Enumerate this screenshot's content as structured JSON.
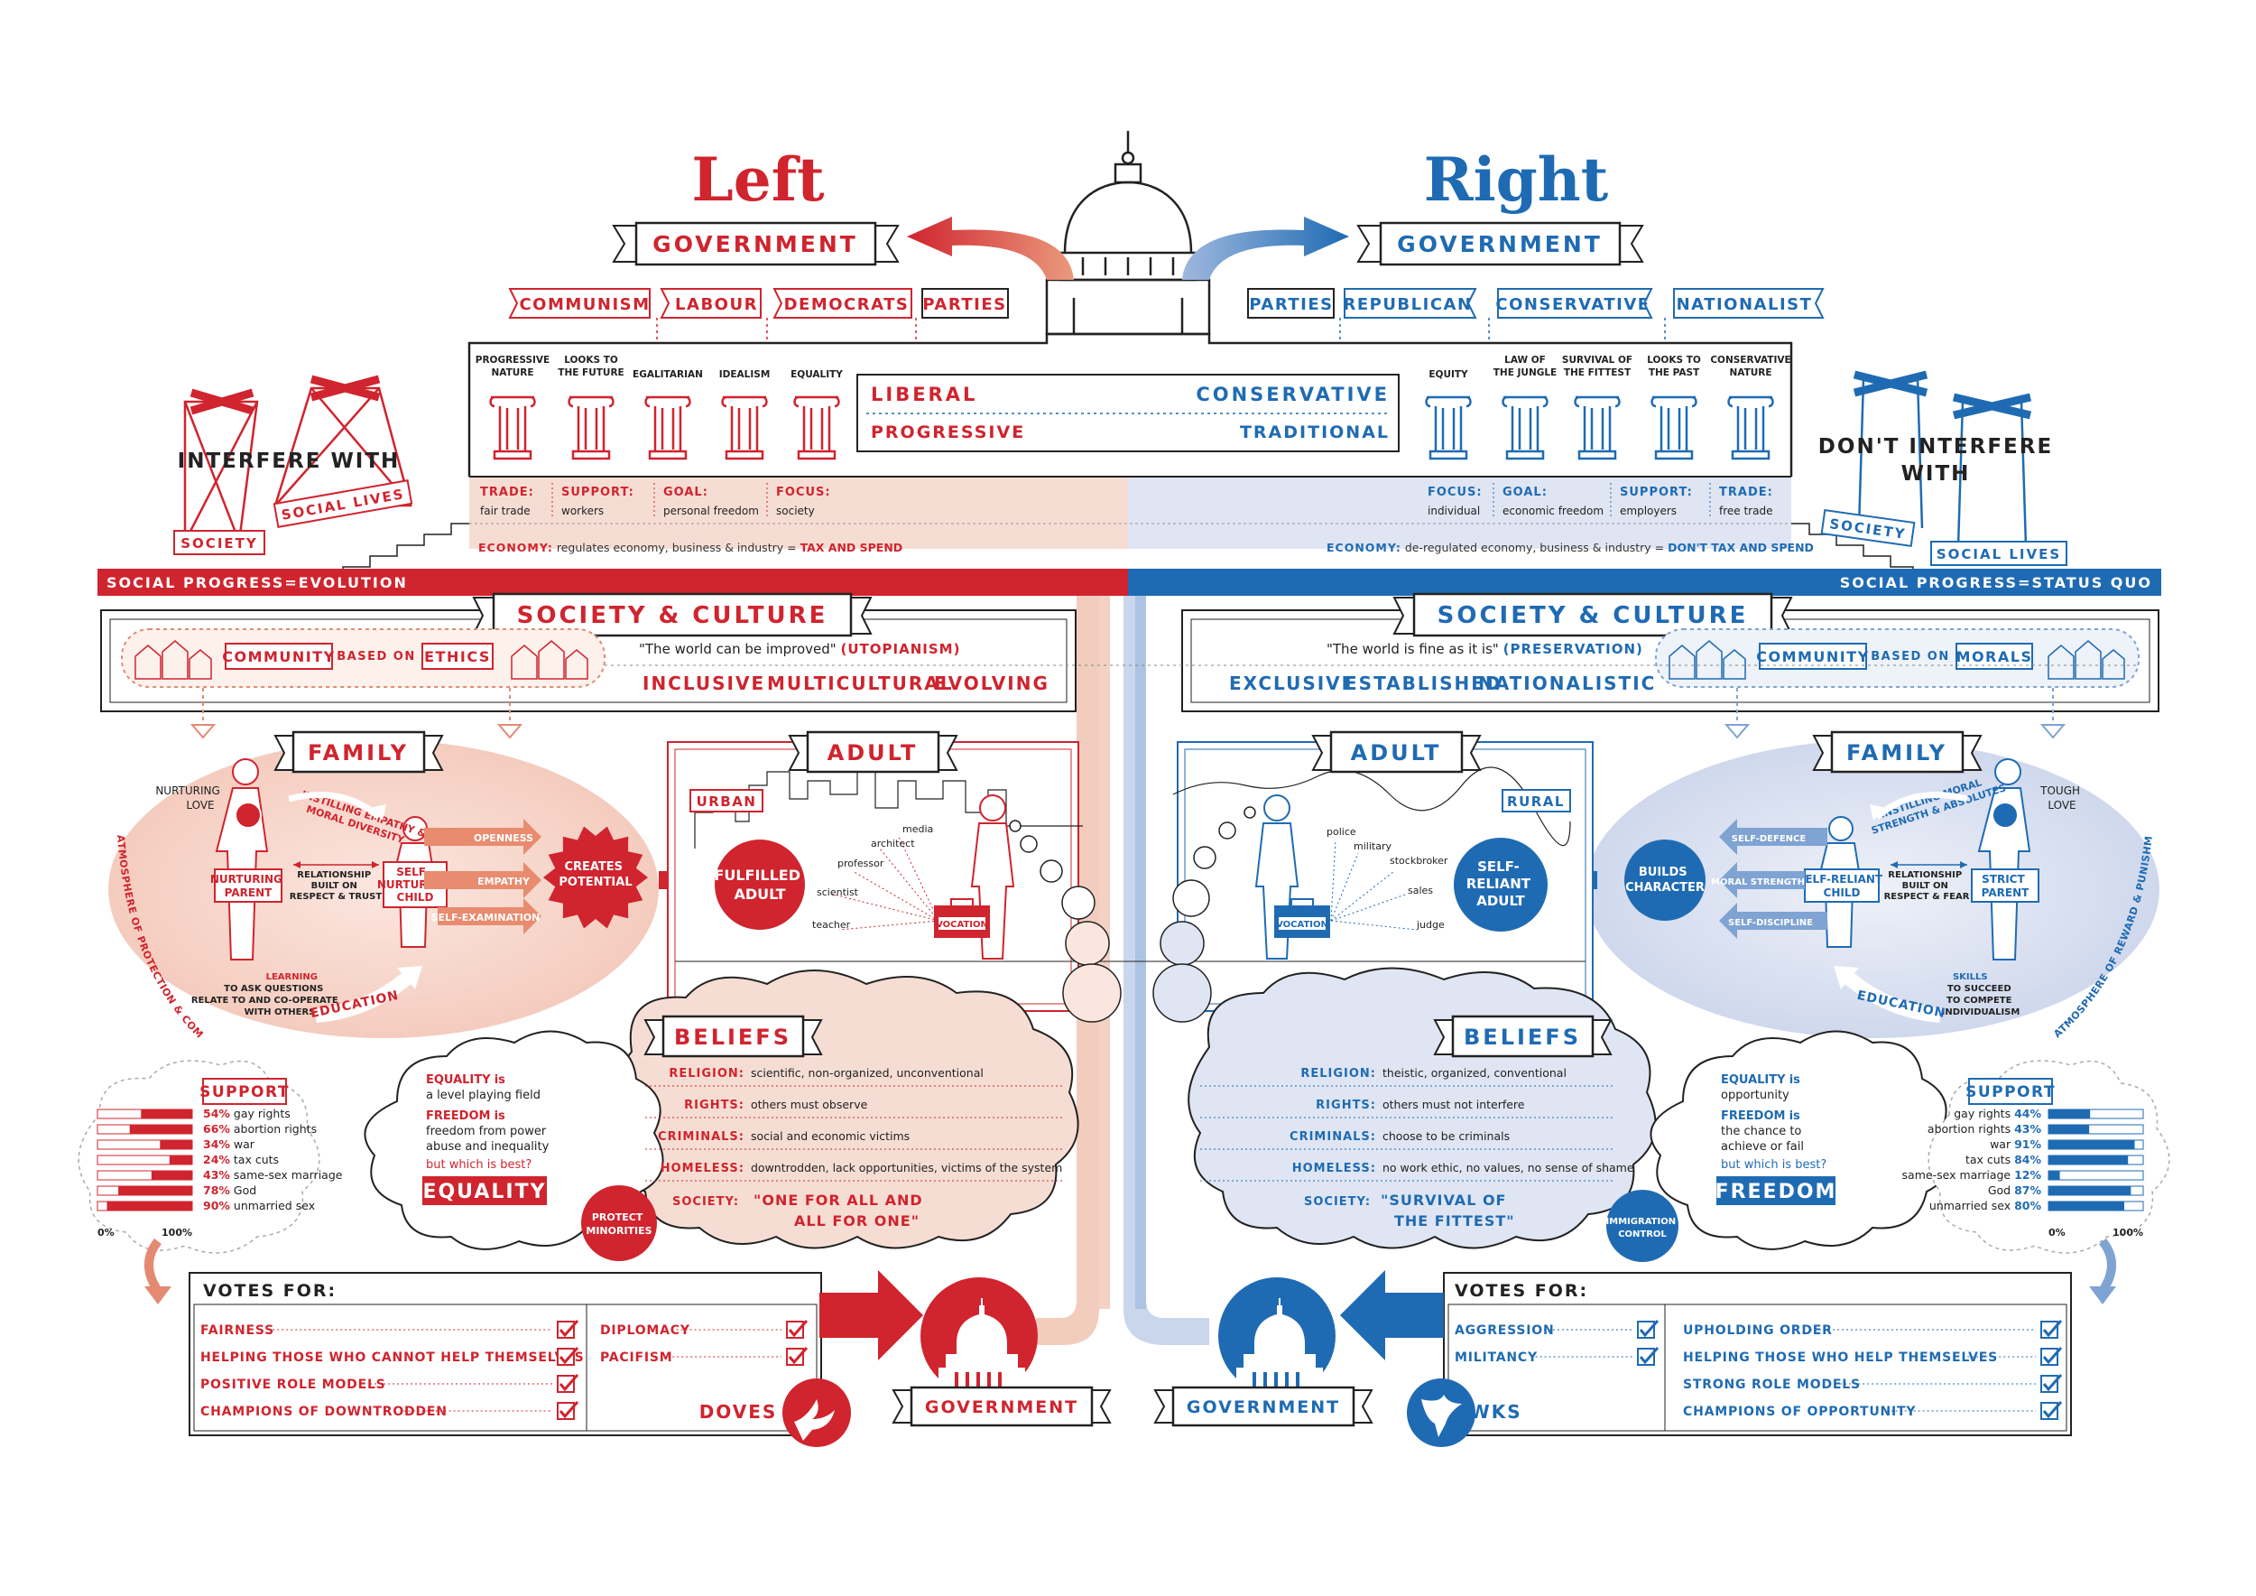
{
  "colors": {
    "left": "#d0242e",
    "right": "#1f6bb3",
    "ink": "#222222",
    "left_light": "#f6ddd3",
    "right_light": "#dfe5f2"
  },
  "header": {
    "left_title": "Left",
    "right_title": "Right",
    "left_gov": "GOVERNMENT",
    "right_gov": "GOVERNMENT",
    "left_parties": [
      "COMMUNISM",
      "LABOUR",
      "DEMOCRATS",
      "PARTIES"
    ],
    "right_parties": [
      "PARTIES",
      "REPUBLICAN",
      "CONSERVATIVE",
      "NATIONALIST"
    ]
  },
  "pillars": {
    "left": [
      [
        "PROGRESSIVE",
        "NATURE"
      ],
      [
        "LOOKS TO",
        "THE FUTURE"
      ],
      [
        "EGALITARIAN"
      ],
      [
        "IDEALISM"
      ],
      [
        "EQUALITY"
      ]
    ],
    "right": [
      [
        "EQUITY"
      ],
      [
        "LAW OF",
        "THE JUNGLE"
      ],
      [
        "SURVIVAL OF",
        "THE FITTEST"
      ],
      [
        "LOOKS TO",
        "THE PAST"
      ],
      [
        "CONSERVATIVE",
        "NATURE"
      ]
    ],
    "center": {
      "liberal": "LIBERAL",
      "progressive": "PROGRESSIVE",
      "conservative": "CONSERVATIVE",
      "traditional": "TRADITIONAL"
    }
  },
  "info_bar": {
    "left": [
      {
        "k": "TRADE:",
        "v": "fair trade"
      },
      {
        "k": "SUPPORT:",
        "v": "workers"
      },
      {
        "k": "GOAL:",
        "v": "personal freedom"
      },
      {
        "k": "FOCUS:",
        "v": "society"
      }
    ],
    "right": [
      {
        "k": "FOCUS:",
        "v": "individual"
      },
      {
        "k": "GOAL:",
        "v": "economic freedom"
      },
      {
        "k": "SUPPORT:",
        "v": "employers"
      },
      {
        "k": "TRADE:",
        "v": "free trade"
      }
    ]
  },
  "economy": {
    "left_label": "ECONOMY:",
    "left_text": "regulates economy, business & industry =",
    "left_em": "TAX AND SPEND",
    "right_label": "ECONOMY:",
    "right_text": "de-regulated economy, business & industry =",
    "right_em": "DON'T TAX AND SPEND"
  },
  "interfere": {
    "left": "INTERFERE WITH",
    "right_1": "DON'T INTERFERE",
    "right_2": "WITH",
    "society": "SOCIETY",
    "social_lives": "SOCIAL LIVES"
  },
  "social_progress": {
    "left": "SOCIAL PROGRESS=EVOLUTION",
    "right": "SOCIAL PROGRESS=STATUS QUO"
  },
  "society_culture": {
    "title": "SOCIETY & CULTURE",
    "left_quote": "\"The world can be improved\"",
    "left_quote_em": "(UTOPIANISM)",
    "left_tags": [
      "INCLUSIVE",
      "MULTICULTURAL",
      "EVOLVING"
    ],
    "right_quote": "\"The world is fine as it is\"",
    "right_quote_em": "(PRESERVATION)",
    "right_tags": [
      "EXCLUSIVE",
      "ESTABLISHED",
      "NATIONALISTIC"
    ],
    "community": "COMMUNITY",
    "based_on": "BASED ON",
    "ethics": "ETHICS",
    "morals": "MORALS"
  },
  "family": {
    "title": "FAMILY",
    "left": {
      "nurturing_love": [
        "NURTURING",
        "LOVE"
      ],
      "parent": [
        "NURTURING",
        "PARENT"
      ],
      "child": [
        "SELF-",
        "NURTURING",
        "CHILD"
      ],
      "instilling": [
        "INSTILLING EMPATHY &",
        "MORAL DIVERSITY"
      ],
      "relationship": [
        "RELATIONSHIP",
        "BUILT ON",
        "RESPECT & TRUST"
      ],
      "arrows": [
        "OPENNESS",
        "EMPATHY",
        "SELF-EXAMINATION"
      ],
      "result": [
        "CREATES",
        "POTENTIAL"
      ],
      "learning": [
        "LEARNING",
        "TO ASK QUESTIONS",
        "RELATE TO AND CO-OPERATE",
        "WITH OTHERS"
      ],
      "education": "EDUCATION",
      "atmosphere": "ATMOSPHERE OF PROTECTION & COMMUNICATION"
    },
    "right": {
      "tough_love": [
        "TOUGH",
        "LOVE"
      ],
      "parent": [
        "STRICT",
        "PARENT"
      ],
      "child": [
        "SELF-RELIANT",
        "CHILD"
      ],
      "instilling": [
        "INSTILLING MORAL",
        "STRENGTH & ABSOLUTES"
      ],
      "relationship": [
        "RELATIONSHIP",
        "BUILT ON",
        "RESPECT & FEAR"
      ],
      "arrows": [
        "SELF-DEFENCE",
        "MORAL STRENGTH",
        "SELF-DISCIPLINE"
      ],
      "result": [
        "BUILDS",
        "CHARACTER"
      ],
      "skills": [
        "SKILLS",
        "TO SUCCEED",
        "TO COMPETE",
        "INDIVIDUALISM"
      ],
      "education": "EDUCATION",
      "atmosphere": "ATMOSPHERE OF REWARD & PUNISHMENT"
    }
  },
  "adult": {
    "title": "ADULT",
    "urban": "URBAN",
    "rural": "RURAL",
    "vocation": "VOCATION",
    "left_result": [
      "FULFILLED",
      "ADULT"
    ],
    "right_result": [
      "SELF-",
      "RELIANT",
      "ADULT"
    ],
    "left_jobs": [
      "media",
      "architect",
      "professor",
      "scientist",
      "teacher"
    ],
    "right_jobs": [
      "police",
      "military",
      "stockbroker",
      "sales",
      "judge"
    ]
  },
  "beliefs": {
    "title": "BELIEFS",
    "left": [
      {
        "k": "RELIGION:",
        "v": "scientific, non-organized, unconventional"
      },
      {
        "k": "RIGHTS:",
        "v": "others must observe"
      },
      {
        "k": "CRIMINALS:",
        "v": "social and economic victims"
      },
      {
        "k": "HOMELESS:",
        "v": "downtrodden, lack opportunities, victims of the system"
      }
    ],
    "right": [
      {
        "k": "RELIGION:",
        "v": "theistic, organized, conventional"
      },
      {
        "k": "RIGHTS:",
        "v": "others must not interfere"
      },
      {
        "k": "CRIMINALS:",
        "v": "choose to be criminals"
      },
      {
        "k": "HOMELESS:",
        "v": "no work ethic, no values, no sense of shame"
      }
    ],
    "left_society_k": "SOCIETY:",
    "left_society_v": [
      "\"ONE FOR ALL AND",
      "ALL FOR ONE\""
    ],
    "right_society_k": "SOCIETY:",
    "right_society_v": [
      "\"SURVIVAL OF",
      "THE FITTEST\""
    ],
    "left_badge": [
      "PROTECT",
      "MINORITIES"
    ],
    "right_badge": [
      "IMMIGRATION",
      "CONTROL"
    ]
  },
  "values": {
    "left": {
      "l1a": "EQUALITY",
      "l1b": "is",
      "l2": "a level playing field",
      "l3a": "FREEDOM",
      "l3b": "is",
      "l4": "freedom from power",
      "l5": "abuse and inequality",
      "q": "but which is best?",
      "answer": "EQUALITY"
    },
    "right": {
      "l1a": "EQUALITY",
      "l1b": "is",
      "l2": "opportunity",
      "l3a": "FREEDOM",
      "l3b": "is",
      "l4": "the chance to",
      "l5": "achieve or fail",
      "q": "but which is best?",
      "answer": "FREEDOM"
    }
  },
  "support": {
    "title": "SUPPORT",
    "axis_min": "0%",
    "axis_max": "100%",
    "left": [
      {
        "pct": 54,
        "label": "gay rights"
      },
      {
        "pct": 66,
        "label": "abortion rights"
      },
      {
        "pct": 34,
        "label": "war"
      },
      {
        "pct": 24,
        "label": "tax cuts"
      },
      {
        "pct": 43,
        "label": "same-sex marriage"
      },
      {
        "pct": 78,
        "label": "God"
      },
      {
        "pct": 90,
        "label": "unmarried sex"
      }
    ],
    "right": [
      {
        "pct": 44,
        "label": "gay rights"
      },
      {
        "pct": 43,
        "label": "abortion rights"
      },
      {
        "pct": 91,
        "label": "war"
      },
      {
        "pct": 84,
        "label": "tax cuts"
      },
      {
        "pct": 12,
        "label": "same-sex marriage"
      },
      {
        "pct": 87,
        "label": "God"
      },
      {
        "pct": 80,
        "label": "unmarried sex"
      }
    ]
  },
  "votes": {
    "title": "VOTES FOR:",
    "left_col1": [
      "FAIRNESS",
      "HELPING THOSE WHO CANNOT HELP THEMSELVES",
      "POSITIVE ROLE MODELS",
      "CHAMPIONS OF DOWNTRODDEN"
    ],
    "left_col2": [
      "DIPLOMACY",
      "PACIFISM"
    ],
    "right_col1": [
      "AGGRESSION",
      "MILITANCY"
    ],
    "right_col2": [
      "UPHOLDING ORDER",
      "HELPING THOSE WHO HELP THEMSELVES",
      "STRONG ROLE MODELS",
      "CHAMPIONS OF OPPORTUNITY"
    ],
    "doves": "DOVES",
    "hawks": "HAWKS",
    "gov": "GOVERNMENT"
  }
}
